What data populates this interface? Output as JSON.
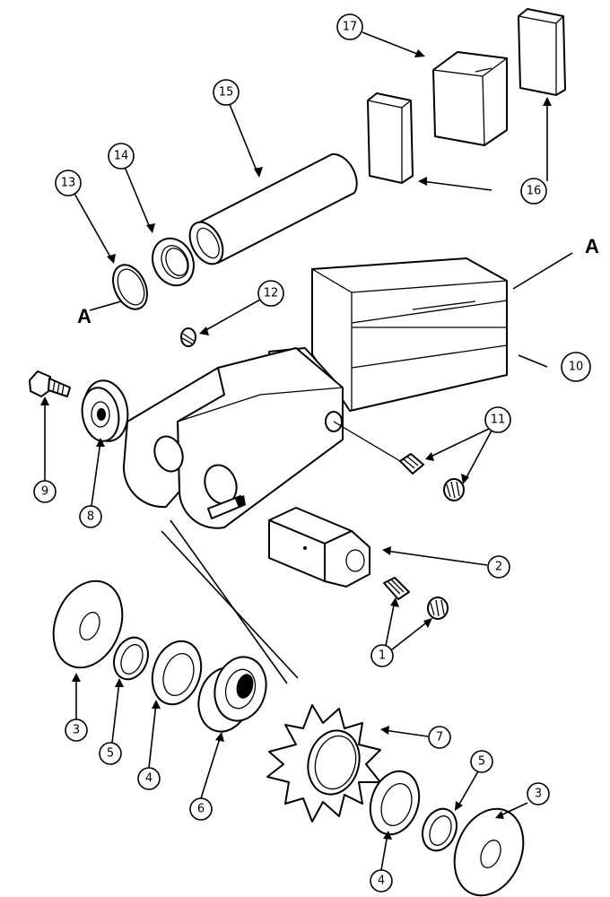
{
  "callouts": [
    {
      "id": "c17",
      "label": "17"
    },
    {
      "id": "c16",
      "label": "16"
    },
    {
      "id": "c15",
      "label": "15"
    },
    {
      "id": "c14",
      "label": "14"
    },
    {
      "id": "c13",
      "label": "13"
    },
    {
      "id": "c12",
      "label": "12"
    },
    {
      "id": "c10",
      "label": "10"
    },
    {
      "id": "c11",
      "label": "11"
    },
    {
      "id": "c9",
      "label": "9"
    },
    {
      "id": "c8",
      "label": "8"
    },
    {
      "id": "c2",
      "label": "2"
    },
    {
      "id": "c1",
      "label": "1"
    },
    {
      "id": "c7",
      "label": "7"
    },
    {
      "id": "c3a",
      "label": "3"
    },
    {
      "id": "c5a",
      "label": "5"
    },
    {
      "id": "c4a",
      "label": "4"
    },
    {
      "id": "c6",
      "label": "6"
    },
    {
      "id": "c5b",
      "label": "5"
    },
    {
      "id": "c3b",
      "label": "3"
    },
    {
      "id": "c4b",
      "label": "4"
    }
  ],
  "section_marks": {
    "left": "A",
    "right": "A"
  }
}
